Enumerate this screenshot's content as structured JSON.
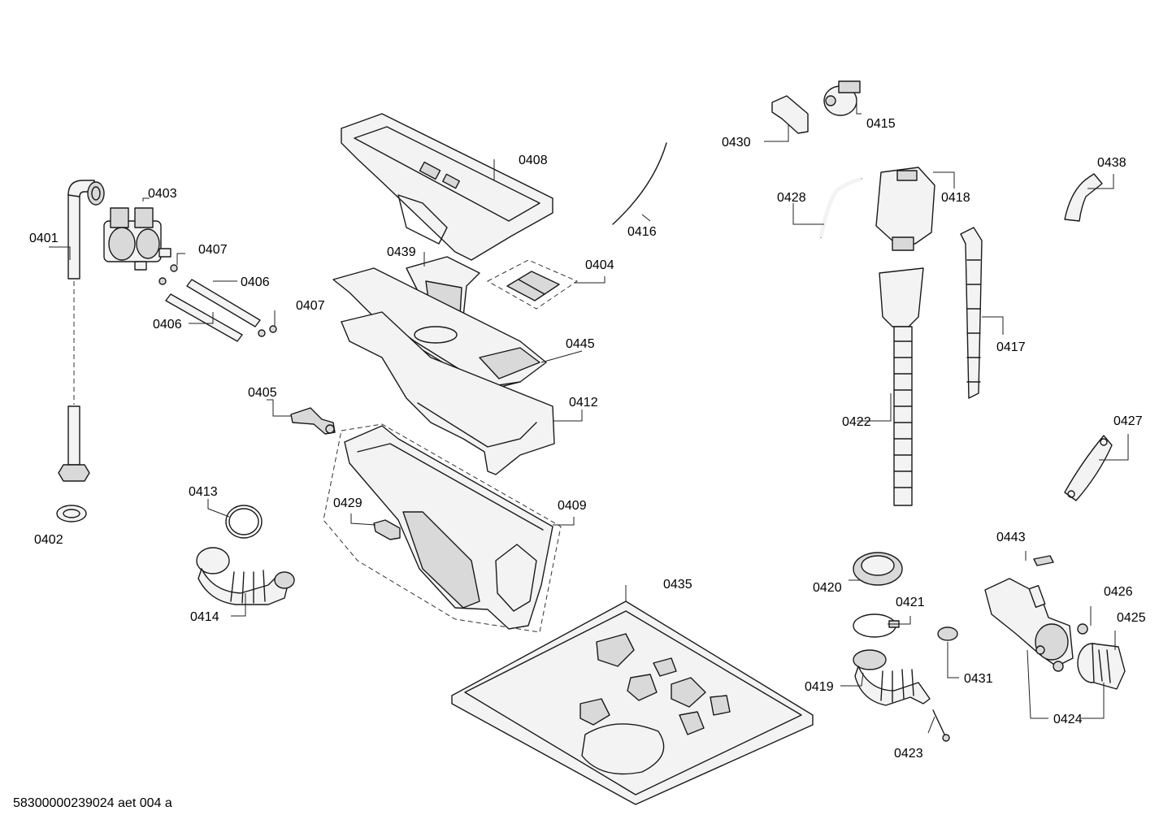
{
  "document_id": "58300000239024 aet 004 a",
  "part_labels": {
    "p0401": "0401",
    "p0402": "0402",
    "p0403": "0403",
    "p0404": "0404",
    "p0405": "0405",
    "p0406a": "0406",
    "p0406b": "0406",
    "p0407a": "0407",
    "p0407b": "0407",
    "p0408": "0408",
    "p0409": "0409",
    "p0412": "0412",
    "p0413": "0413",
    "p0414": "0414",
    "p0415": "0415",
    "p0416": "0416",
    "p0417": "0417",
    "p0418": "0418",
    "p0419": "0419",
    "p0420": "0420",
    "p0421": "0421",
    "p0422": "0422",
    "p0423": "0423",
    "p0424": "0424",
    "p0425": "0425",
    "p0426": "0426",
    "p0427": "0427",
    "p0428": "0428",
    "p0429": "0429",
    "p0430": "0430",
    "p0431": "0431",
    "p0435": "0435",
    "p0438": "0438",
    "p0439": "0439",
    "p0443": "0443",
    "p0445": "0445"
  }
}
